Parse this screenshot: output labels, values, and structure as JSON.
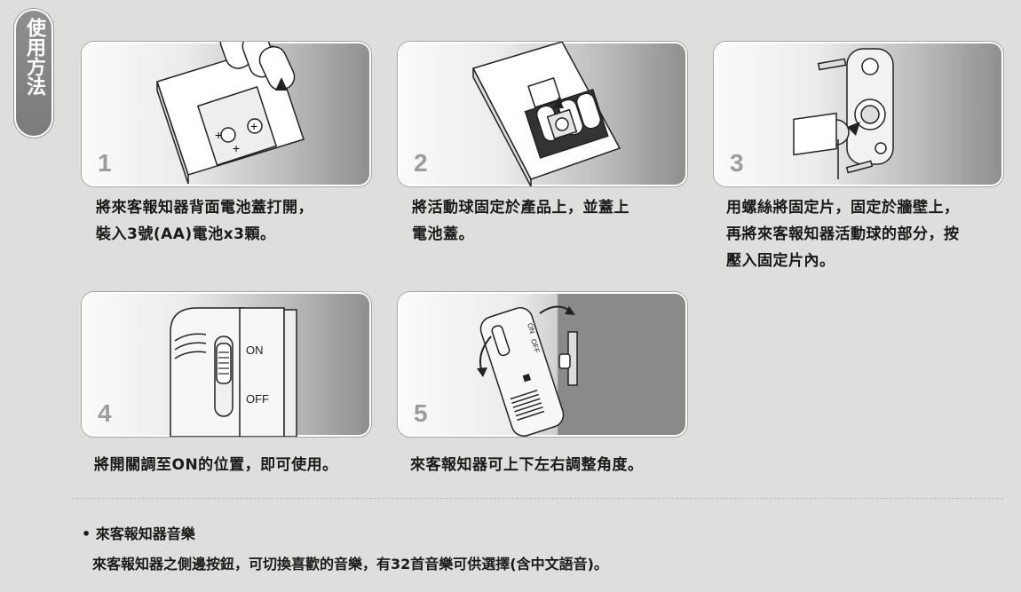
{
  "side_tab": {
    "label": "使用方法"
  },
  "steps": [
    {
      "number": "1",
      "caption_lines": [
        "將來客報知器背面電池蓋打開，",
        "裝入3號(AA)電池x3顆。"
      ]
    },
    {
      "number": "2",
      "caption_lines": [
        "將活動球固定於產品上，並蓋上",
        "電池蓋。"
      ]
    },
    {
      "number": "3",
      "caption_lines": [
        "用螺絲將固定片，固定於牆壁上，",
        "再將來客報知器活動球的部分，按",
        "壓入固定片內。"
      ]
    },
    {
      "number": "4",
      "caption_lines": [
        "將開關調至ON的位置，即可使用。"
      ],
      "switch_on": "ON",
      "switch_off": "OFF"
    },
    {
      "number": "5",
      "caption_lines": [
        "來客報知器可上下左右調整角度。"
      ],
      "switch_on": "ON",
      "switch_off": "OFF"
    }
  ],
  "footer": {
    "title": "• 來客報知器音樂",
    "text": "來客報知器之側邊按鈕，可切換喜歡的音樂，有32首音樂可供選擇(含中文語音)。"
  }
}
